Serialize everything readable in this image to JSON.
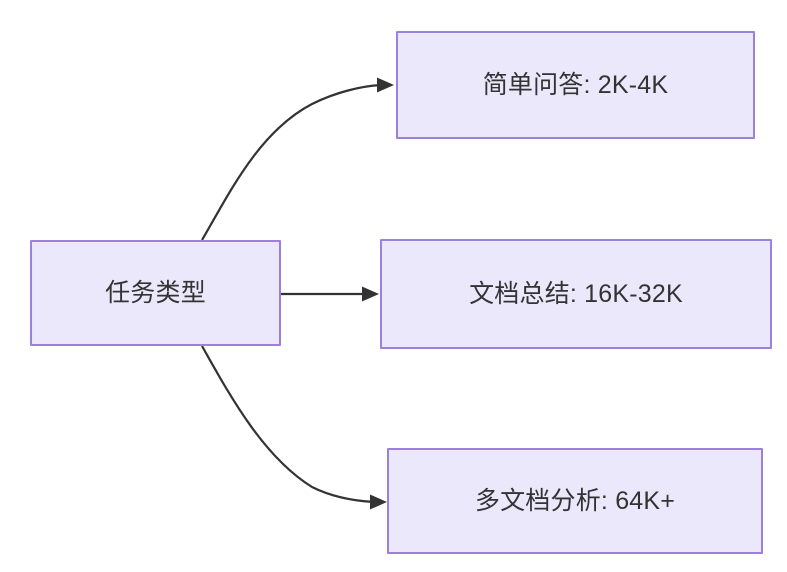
{
  "diagram": {
    "type": "flowchart",
    "direction": "left-to-right",
    "background_color": "#ffffff",
    "node_fill_color": "#ebe8fb",
    "node_border_color": "#9d80dd",
    "node_text_color": "#333333",
    "edge_color": "#333333",
    "source_node": {
      "id": "task-type",
      "label": "任务类型"
    },
    "target_nodes": [
      {
        "id": "simple-qa",
        "label": "简单问答: 2K-4K",
        "task": "简单问答",
        "context_range": "2K-4K"
      },
      {
        "id": "doc-summary",
        "label": "文档总结: 16K-32K",
        "task": "文档总结",
        "context_range": "16K-32K"
      },
      {
        "id": "multi-doc-analysis",
        "label": "多文档分析: 64K+",
        "task": "多文档分析",
        "context_range": "64K+"
      }
    ],
    "edges": [
      {
        "id": "edge-to-simple-qa",
        "from": "task-type",
        "to": "simple-qa",
        "label": "",
        "style": "curved-up"
      },
      {
        "id": "edge-to-doc-summary",
        "from": "task-type",
        "to": "doc-summary",
        "label": "",
        "style": "straight"
      },
      {
        "id": "edge-to-multi-doc-analysis",
        "from": "task-type",
        "to": "multi-doc-analysis",
        "label": "",
        "style": "curved-down"
      }
    ]
  }
}
